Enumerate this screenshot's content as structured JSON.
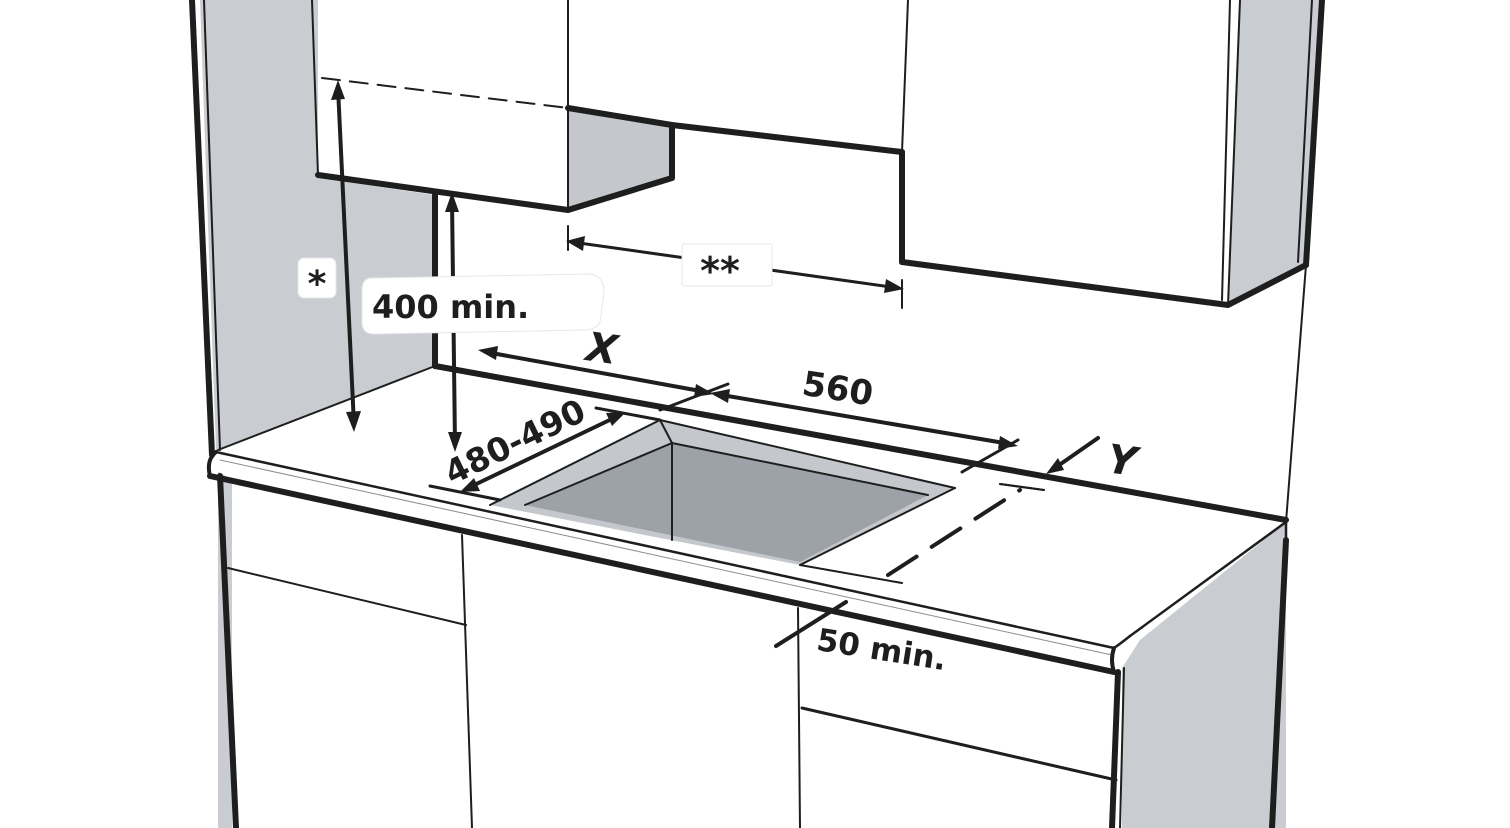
{
  "diagram": {
    "labels": {
      "star": "*",
      "double_star": "**",
      "height_min": "400 min.",
      "x": "X",
      "width": "560",
      "depth": "480-490",
      "y": "Y",
      "front_min": "50 min."
    },
    "colors": {
      "line": "#1e1e1e",
      "wall_side": "#c9ccd1",
      "cutout_dark": "#9da2a8",
      "cutout_mid": "#c4c7cc",
      "cabinet": "#ffffff",
      "background": "#ffffff"
    }
  }
}
